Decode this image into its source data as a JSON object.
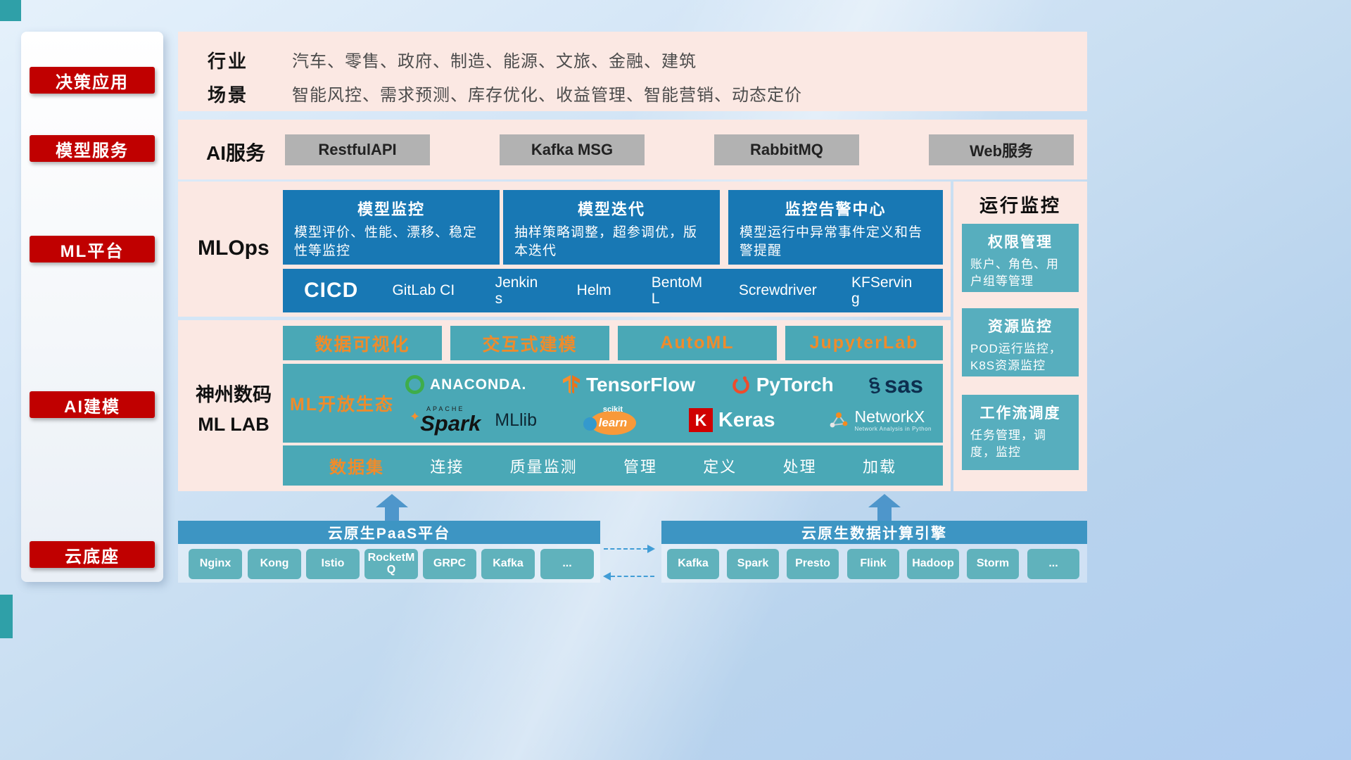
{
  "colors": {
    "badge_red": "#c00000",
    "panel_pink": "#fbe8e3",
    "box_blue": "#1878b4",
    "box_teal": "#4aa8b6",
    "light_teal": "#57aebe",
    "chip_teal": "#60b2bc",
    "bar_blue": "#3d95c3",
    "accent_orange": "#ef8b2b"
  },
  "sidebar": {
    "items": [
      "决策应用",
      "模型服务",
      "ML平台",
      "AI建模",
      "云底座"
    ]
  },
  "industry": {
    "row1_label": "行业",
    "row1_text": "汽车、零售、政府、制造、能源、文旅、金融、建筑",
    "row2_label": "场景",
    "row2_text": "智能风控、需求预测、库存优化、收益管理、智能营销、动态定价"
  },
  "ai_service": {
    "label": "AI服务",
    "items": [
      "RestfulAPI",
      "Kafka MSG",
      "RabbitMQ",
      "Web服务"
    ]
  },
  "mlops": {
    "label": "MLOps",
    "cards": [
      {
        "title": "模型监控",
        "desc": "模型评价、性能、漂移、稳定性等监控"
      },
      {
        "title": "模型迭代",
        "desc": "抽样策略调整，超参调优，版本迭代"
      },
      {
        "title": "监控告警中心",
        "desc": "模型运行中异常事件定义和告警提醒"
      }
    ],
    "cicd_label": "CICD",
    "cicd_tools": [
      "GitLab CI",
      "Jenkins",
      "Helm",
      "BentoML",
      "Screwdriver",
      "KFServing"
    ]
  },
  "mllab": {
    "title_line1": "神州数码",
    "title_line2": "ML LAB",
    "tools": [
      "数据可视化",
      "交互式建模",
      "AutoML",
      "JupyterLab"
    ],
    "eco_label": "ML开放生态",
    "logos": {
      "anaconda": "ANACONDA.",
      "tensorflow": "TensorFlow",
      "pytorch": "PyTorch",
      "sas": "sas",
      "spark_small": "APACHE",
      "spark": "Spark",
      "mllib": "MLlib",
      "sklearn_top": "scikit",
      "sklearn": "learn",
      "keras_k": "K",
      "keras": "Keras",
      "networkx": "NetworkX",
      "networkx_sub": "Network Analysis in Python"
    },
    "data_first": "数据集",
    "data_items": [
      "连接",
      "质量监测",
      "管理",
      "定义",
      "处理",
      "加载"
    ]
  },
  "monitor": {
    "title": "运行监控",
    "cards": [
      {
        "title": "权限管理",
        "desc": "账户、角色、用户组等管理"
      },
      {
        "title": "资源监控",
        "desc": "POD运行监控，K8S资源监控"
      },
      {
        "title": "工作流调度",
        "desc": "任务管理，调度，监控"
      }
    ]
  },
  "bottom": {
    "paas_title": "云原生PaaS平台",
    "paas_items": [
      "Nginx",
      "Kong",
      "Istio",
      "RocketMQ",
      "GRPC",
      "Kafka",
      "..."
    ],
    "engine_title": "云原生数据计算引擎",
    "engine_items": [
      "Kafka",
      "Spark",
      "Presto",
      "Flink",
      "Hadoop",
      "Storm",
      "..."
    ]
  }
}
